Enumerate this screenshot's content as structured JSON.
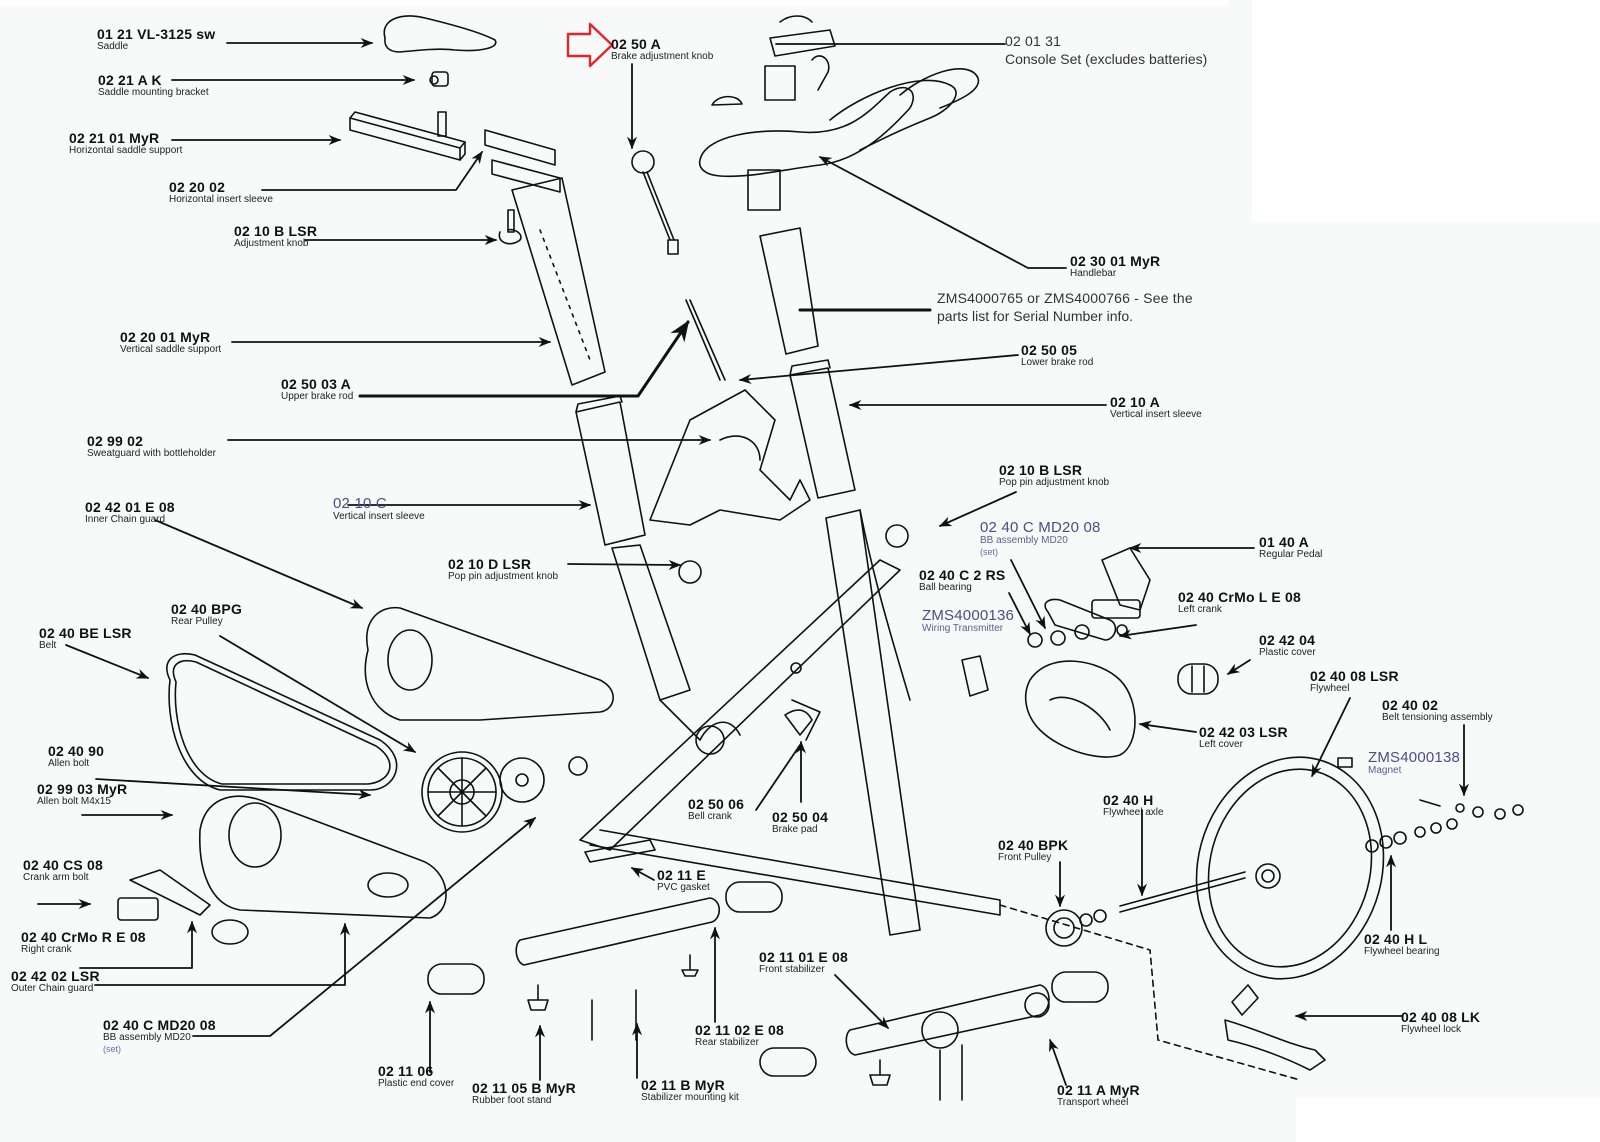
{
  "diagram": {
    "title": "Indoor bike exploded parts diagram",
    "highlight_color": "#e8232a",
    "highlighted_part": "02 50 A",
    "callouts": [
      {
        "code": "01 21 VL-3125 sw",
        "desc": "Saddle"
      },
      {
        "code": "02 21 A K",
        "desc": "Saddle mounting bracket"
      },
      {
        "code": "02 21 01 MyR",
        "desc": "Horizontal saddle support"
      },
      {
        "code": "02 20 02",
        "desc": "Horizontal insert sleeve"
      },
      {
        "code": "02 10 B LSR",
        "desc": "Adjustment knob"
      },
      {
        "code": "02 20 01 MyR",
        "desc": "Vertical saddle support"
      },
      {
        "code": "02 50 03 A",
        "desc": "Upper brake rod"
      },
      {
        "code": "02 99 02",
        "desc": "Sweatguard with bottleholder"
      },
      {
        "code": "02 10 C",
        "desc": "Vertical insert sleeve"
      },
      {
        "code": "02 42 01 E 08",
        "desc": "Inner Chain guard"
      },
      {
        "code": "02 10 D LSR",
        "desc": "Pop pin adjustment knob"
      },
      {
        "code": "02 40 BPG",
        "desc": "Rear Pulley"
      },
      {
        "code": "02 40 BE LSR",
        "desc": "Belt"
      },
      {
        "code": "02 40 90",
        "desc": "Allen bolt"
      },
      {
        "code": "02 99 03 MyR",
        "desc": "Allen bolt M4x15"
      },
      {
        "code": "02 40 CS 08",
        "desc": "Crank arm bolt"
      },
      {
        "code": "02 40 CrMo R E 08",
        "desc": "Right crank"
      },
      {
        "code": "02 42 02 LSR",
        "desc": "Outer Chain guard"
      },
      {
        "code": "02 40 C MD20 08",
        "desc": "BB assembly MD20",
        "note": "(set)"
      },
      {
        "code": "02 11 06",
        "desc": "Plastic end cover"
      },
      {
        "code": "02 11 05 B MyR",
        "desc": "Rubber foot stand"
      },
      {
        "code": "02 11 B MyR",
        "desc": "Stabilizer mounting kit"
      },
      {
        "code": "02 11 02 E 08",
        "desc": "Rear stabilizer"
      },
      {
        "code": "02 11 E",
        "desc": "PVC gasket"
      },
      {
        "code": "02 50 06",
        "desc": "Bell crank"
      },
      {
        "code": "02 50 04",
        "desc": "Brake pad"
      },
      {
        "code": "02 11 01 E 08",
        "desc": "Front stabilizer"
      },
      {
        "code": "02 11 A MyR",
        "desc": "Transport wheel"
      },
      {
        "code": "02 40 BPK",
        "desc": "Front Pulley"
      },
      {
        "code": "02 40 H",
        "desc": "Flywheel axle"
      },
      {
        "code": "02 40 H L",
        "desc": "Flywheel bearing"
      },
      {
        "code": "02 40 08 LK",
        "desc": "Flywheel lock"
      },
      {
        "code": "02 40 08 LSR",
        "desc": "Flywheel"
      },
      {
        "code": "02 40 02",
        "desc": "Belt tensioning assembly"
      },
      {
        "code": "ZMS4000138",
        "desc": "Magnet"
      },
      {
        "code": "02 42 03 LSR",
        "desc": "Left cover"
      },
      {
        "code": "02 42 04",
        "desc": "Plastic cover"
      },
      {
        "code": "02 40 CrMo L E 08",
        "desc": "Left crank"
      },
      {
        "code": "01 40 A",
        "desc": "Regular Pedal"
      },
      {
        "code": "02 40 C 2 RS",
        "desc": "Ball bearing"
      },
      {
        "code": "ZMS4000136",
        "desc": "Wiring Transmitter"
      },
      {
        "code": "02 40 C MD20 08",
        "desc": "BB assembly MD20",
        "note": "(set)"
      },
      {
        "code": "02 10 B LSR",
        "desc": "Pop pin adjustment knob"
      },
      {
        "code": "02 10 A",
        "desc": "Vertical insert sleeve"
      },
      {
        "code": "02 50 05",
        "desc": "Lower brake rod"
      },
      {
        "code": "ZMS4000765 or ZMS4000766 - See the",
        "desc": "parts list for Serial Number info."
      },
      {
        "code": "02 30 01 MyR",
        "desc": "Handlebar"
      },
      {
        "code": "02 01 31",
        "desc": "Console Set (excludes batteries)"
      },
      {
        "code": "02 50 A",
        "desc": "Brake adjustment knob"
      }
    ]
  }
}
